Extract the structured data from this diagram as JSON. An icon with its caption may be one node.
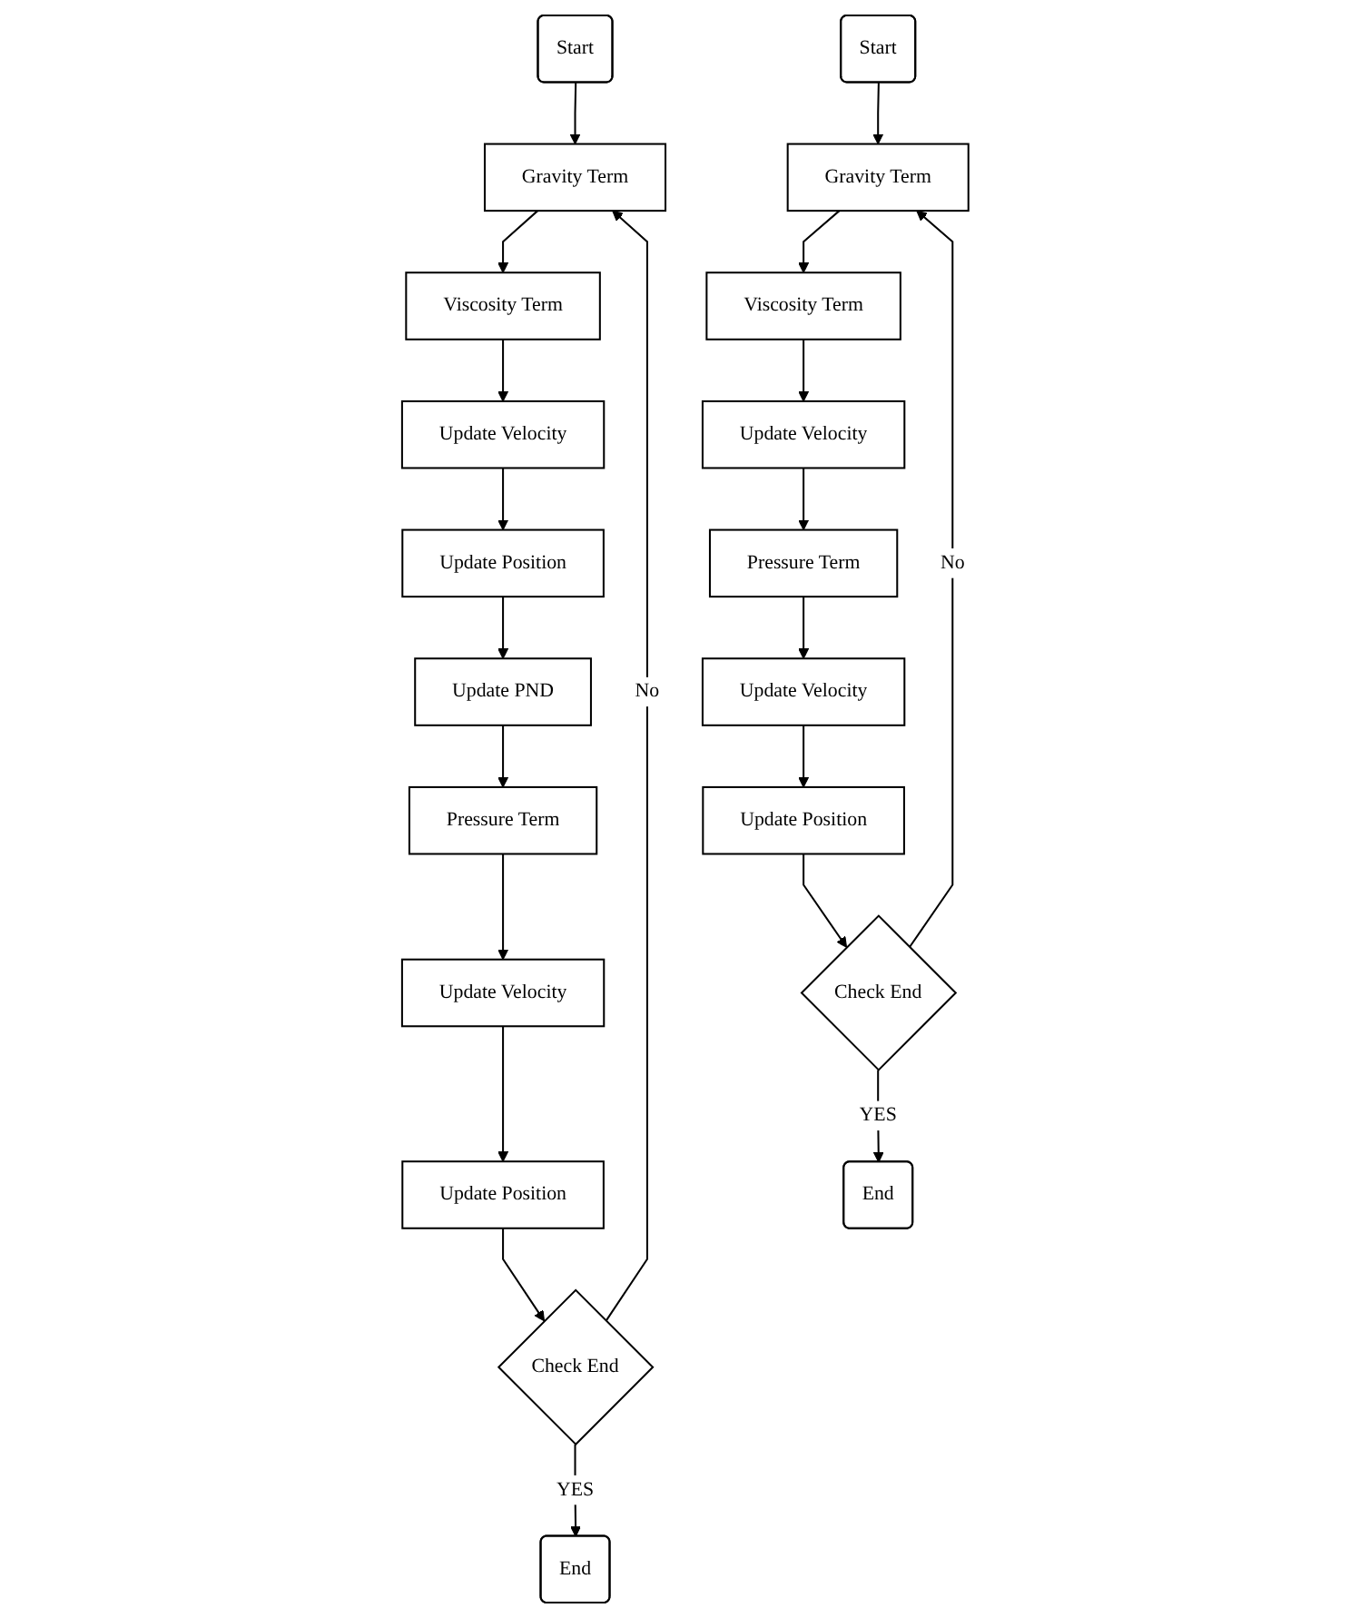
{
  "diagram": {
    "nodes": [
      {
        "text": [
          "Start"
        ]
      },
      {
        "text": [
          "Gravity Term"
        ]
      },
      {
        "text": [
          "Viscosity Term"
        ]
      },
      {
        "text": [
          "Update Velocity"
        ]
      },
      {
        "text": [
          "Update Position"
        ]
      },
      {
        "text": [
          "Update PND"
        ]
      },
      {
        "text": [
          "Pressure Term"
        ]
      },
      {
        "text": [
          "Update Velocity"
        ]
      },
      {
        "text": [
          "Update Position"
        ]
      },
      {
        "text": [
          "Check End"
        ]
      },
      {
        "text": [
          "End"
        ]
      },
      {
        "text": [
          "Start"
        ]
      },
      {
        "text": [
          "Gravity Term"
        ]
      },
      {
        "text": [
          "Viscosity Term"
        ]
      },
      {
        "text": [
          "Update Velocity"
        ]
      },
      {
        "text": [
          "Pressure Term"
        ]
      },
      {
        "text": [
          "Update Velocity"
        ]
      },
      {
        "text": [
          "Update Position"
        ]
      },
      {
        "text": [
          "Check End"
        ]
      },
      {
        "text": [
          "End"
        ]
      }
    ],
    "edges": [
      {
        "from": 0,
        "to": 1,
        "arrow": "to"
      },
      {
        "from": 1,
        "to": 2,
        "arrow": "to"
      },
      {
        "from": 2,
        "to": 3,
        "arrow": "to"
      },
      {
        "from": 3,
        "to": 4,
        "arrow": "to"
      },
      {
        "from": 4,
        "to": 5,
        "arrow": "to"
      },
      {
        "from": 5,
        "to": 6,
        "arrow": "to"
      },
      {
        "from": 6,
        "to": 7,
        "arrow": "to"
      },
      {
        "from": 7,
        "to": 8,
        "arrow": "to"
      },
      {
        "from": 8,
        "to": 9,
        "arrow": "to"
      },
      {
        "from": 9,
        "to": 10,
        "label": "YES",
        "arrow": "to"
      },
      {
        "from": 9,
        "to": 1,
        "label": "No",
        "arrow": "to"
      },
      {
        "from": 11,
        "to": 12,
        "arrow": "to"
      },
      {
        "from": 12,
        "to": 13,
        "arrow": "to"
      },
      {
        "from": 13,
        "to": 14,
        "arrow": "to"
      },
      {
        "from": 14,
        "to": 15,
        "arrow": "to"
      },
      {
        "from": 15,
        "to": 16,
        "arrow": "to"
      },
      {
        "from": 16,
        "to": 17,
        "arrow": "to"
      },
      {
        "from": 17,
        "to": 18,
        "arrow": "to"
      },
      {
        "from": 18,
        "to": 19,
        "label": "YES",
        "arrow": "to"
      },
      {
        "from": 18,
        "to": 12,
        "label": "No",
        "arrow": "to"
      }
    ]
  }
}
